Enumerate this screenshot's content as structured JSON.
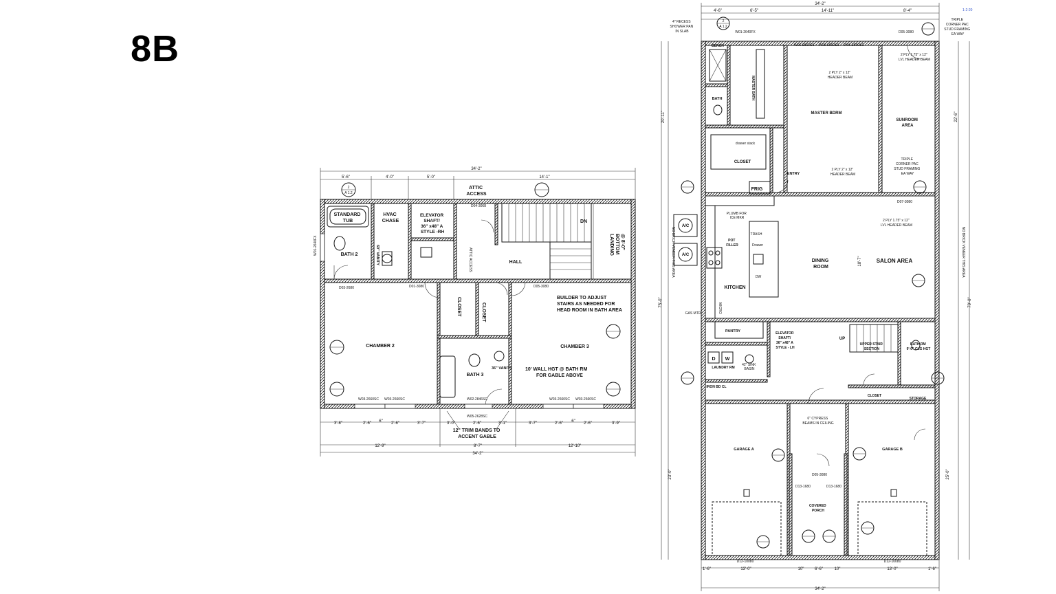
{
  "slide": {
    "title": "8B"
  },
  "upper_plan": {
    "rooms": {
      "standard_tub": [
        "STANDARD",
        "TUB"
      ],
      "hvac_chase": [
        "HVAC",
        "CHASE"
      ],
      "elevator_shaft": [
        "ELEVATOR",
        "SHAFT/",
        "36\" x48\" A",
        "STYLE -RH"
      ],
      "attic_access": [
        "ATTIC",
        "ACCESS"
      ],
      "bath2": "BATH 2",
      "hall": "HALL",
      "landing": [
        "LANDING",
        "BOTTOM",
        "@ 8'-0\""
      ],
      "dn": "DN",
      "closet_a": "CLOSET",
      "closet_b": "CLOSET",
      "chamber2": "CHAMBER 2",
      "chamber3": "CHAMBER 3",
      "bath3": "BATH 3",
      "vanity60": "60\" VANITY",
      "vanity36": "36\" VANITY",
      "attic_access_small": "ATTIC ACCESS"
    },
    "notes": {
      "builder": [
        "BUILDER TO ADJUST",
        "STAIRS AS NEEDED FOR",
        "HEAD ROOM IN BATH AREA"
      ],
      "wall_hgt": [
        "10' WALL HGT @ BATH RM",
        "FOR GABLE ABOVE"
      ],
      "trim": [
        "12\" TRIM BANDS TO",
        "ACCENT GABLE"
      ]
    },
    "dims_top": {
      "overall": "34'-2\"",
      "segments": [
        "5'-6\"",
        "4'-0\"",
        "5'-0\"",
        "14'-1\""
      ]
    },
    "dims_bottom": {
      "segments": [
        "3'-8\"",
        "2'-6\"",
        "6\"",
        "2'-6\"",
        "3'-7\"",
        "3'-0\"",
        "2'-6\"",
        "3'-1\"",
        "3'-7\"",
        "2'-6\"",
        "6\"",
        "2'-6\"",
        "3'-9\""
      ],
      "middle": [
        "12'-9\"",
        "8'-7\"",
        "12'-10\""
      ],
      "overall": "34'-2\""
    },
    "tags": [
      "D04-3068",
      "D03-2680",
      "D01-3080",
      "D05-3080",
      "W03-2660SC",
      "W03-2660SC",
      "W02-2846SC",
      "W05-2628SC",
      "W03-2660SC",
      "W03-2660SC",
      "W01-2640FX"
    ],
    "section_marker": {
      "num": "2",
      "ref": "A 1.2"
    }
  },
  "main_plan": {
    "rooms": {
      "master_bdrm": "MASTER BDRM",
      "sunroom": [
        "SUNROOM",
        "AREA"
      ],
      "master_bath": "MASTER BATH",
      "bath": "BATH",
      "bench": "BENCH",
      "closet": "CLOSET",
      "drawer_stack": "drawer stack",
      "entry": "ENTRY",
      "frig": "FRIG",
      "kitchen": "KITCHEN",
      "dining": [
        "DINING",
        "ROOM"
      ],
      "salon": "SALON AREA",
      "pantry": "PANTRY",
      "elevator": [
        "ELEVATOR",
        "SHAFT/",
        "36\" x48\" A",
        "STYLE - LH"
      ],
      "laundry": "LAUNDRY RM",
      "iron": "IRON BD CL",
      "upper_stair": [
        "UPPER STAIR",
        "SECTION"
      ],
      "bath_rm": [
        "BATH RM",
        "9'-0\" CLG HGT"
      ],
      "closet2": "CLOSET",
      "storage": "STORAGE",
      "garage_a": "GARAGE A",
      "garage_b": "GARAGE B",
      "covered_porch": [
        "COVERED",
        "PORCH"
      ],
      "up": "UP",
      "ac1": "A/C",
      "ac2": "A/C",
      "pot_filler": [
        "POT",
        "FILLER"
      ],
      "plumb": [
        "PLUMB FOR",
        "ICE MKR"
      ],
      "trash": "TRASH",
      "drawer": "Drawer",
      "dw": "DW",
      "sink": [
        "42\" SINK",
        "BASIN"
      ],
      "gas": "GAS MTR",
      "micro": "MICRO",
      "d_label": "D",
      "w_label": "W"
    },
    "notes": {
      "shower": [
        "4\" RECESS",
        "SHOWER PAN",
        "IN SLAB"
      ],
      "triple_top": [
        "TRIPLE",
        "CORNER PAC",
        "STUD FRAMING",
        "EA WAY"
      ],
      "triple_mid": [
        "TRIPLE",
        "CORNER PAC",
        "STUD FRAMING",
        "EA WAY"
      ],
      "header_master": [
        "2 PLY 2\" x 12\"",
        "HEADER BEAM"
      ],
      "header_entry": [
        "2 PLY 2\" x 12\"",
        "HEADER BEAM"
      ],
      "lvl_top": [
        "2 PLY 1.75\" x 12\"",
        "LVL HEADER BEAM"
      ],
      "lvl_mid": [
        "2 PLY 1.75\" x 12\"",
        "LVL HEADER BEAM"
      ],
      "cypress": [
        "6\" CYPRESS",
        "BEAMS IN CEILING"
      ],
      "veneer_left": "NO BRICK VENEER THIS AREA",
      "veneer_right": "NO BRICK VENEER THIS AREA"
    },
    "dims_top": {
      "overall": "34'-2\"",
      "segments": [
        "4'-6\"",
        "6'-5\"",
        "14'-11\"",
        "8'-4\""
      ]
    },
    "dims_bottom": {
      "segments": [
        "1'-6\"",
        "13'-0\"",
        "10\"",
        "6'-6\"",
        "10\"",
        "13'-0\"",
        "1'-6\""
      ],
      "overall": "34'-2\""
    },
    "dims_side": [
      "20'-11\"",
      "75'-0\"",
      "22'-6\"",
      "18'-7\"",
      "23'-0\"",
      "25'-0\"",
      "79'-0\""
    ],
    "tags": [
      "W01-2640FX",
      "D05-3080",
      "W06-2660SC",
      "W03-2660SC",
      "W06-2660SC",
      "D07-3080",
      "D13-1680",
      "D13-1680",
      "D12-10080",
      "D12-10080",
      "D05-3080"
    ],
    "section_marker": {
      "num": "2",
      "ref": "A 1.2"
    }
  },
  "corner_ref": "1-2-20"
}
